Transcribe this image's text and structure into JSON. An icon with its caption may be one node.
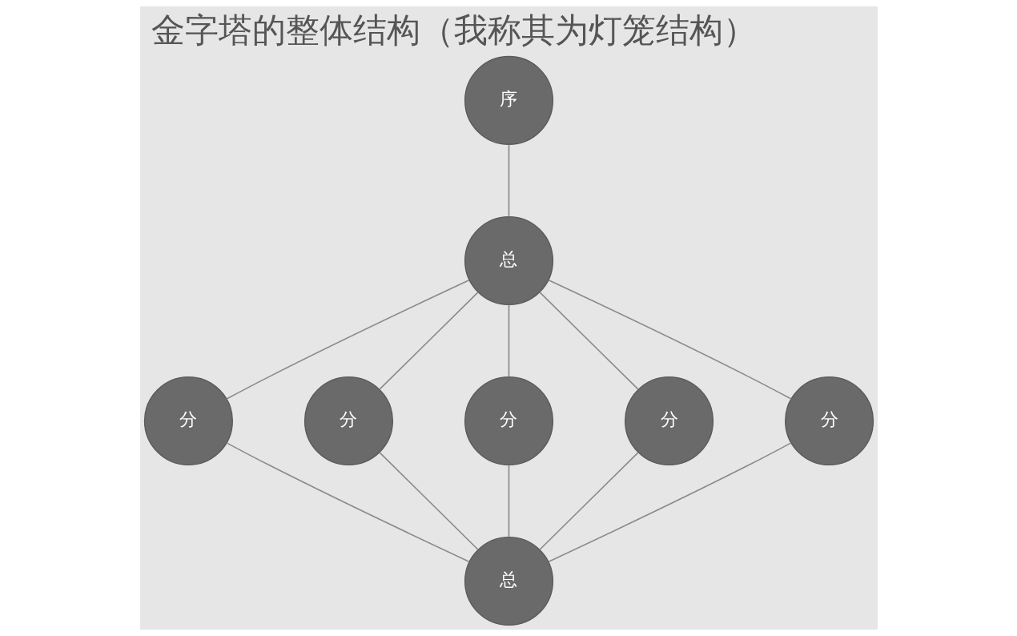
{
  "diagram": {
    "title": "金字塔的整体结构（我称其为灯笼结构）",
    "nodes": [
      {
        "text": [
          "序"
        ]
      },
      {
        "text": [
          "总"
        ]
      },
      {
        "text": [
          "分"
        ]
      },
      {
        "text": [
          "分"
        ]
      },
      {
        "text": [
          "分"
        ]
      },
      {
        "text": [
          "分"
        ]
      },
      {
        "text": [
          "分"
        ]
      },
      {
        "text": [
          "总"
        ]
      }
    ],
    "edges": [
      {
        "from": 0,
        "to": 1,
        "arrow": "none"
      },
      {
        "from": 1,
        "to": 2,
        "arrow": "none"
      },
      {
        "from": 1,
        "to": 3,
        "arrow": "none"
      },
      {
        "from": 1,
        "to": 4,
        "arrow": "none"
      },
      {
        "from": 1,
        "to": 5,
        "arrow": "none"
      },
      {
        "from": 1,
        "to": 6,
        "arrow": "none"
      },
      {
        "from": 2,
        "to": 7,
        "arrow": "none"
      },
      {
        "from": 3,
        "to": 7,
        "arrow": "none"
      },
      {
        "from": 4,
        "to": 7,
        "arrow": "none"
      },
      {
        "from": 5,
        "to": 7,
        "arrow": "none"
      },
      {
        "from": 6,
        "to": 7,
        "arrow": "none"
      }
    ]
  }
}
